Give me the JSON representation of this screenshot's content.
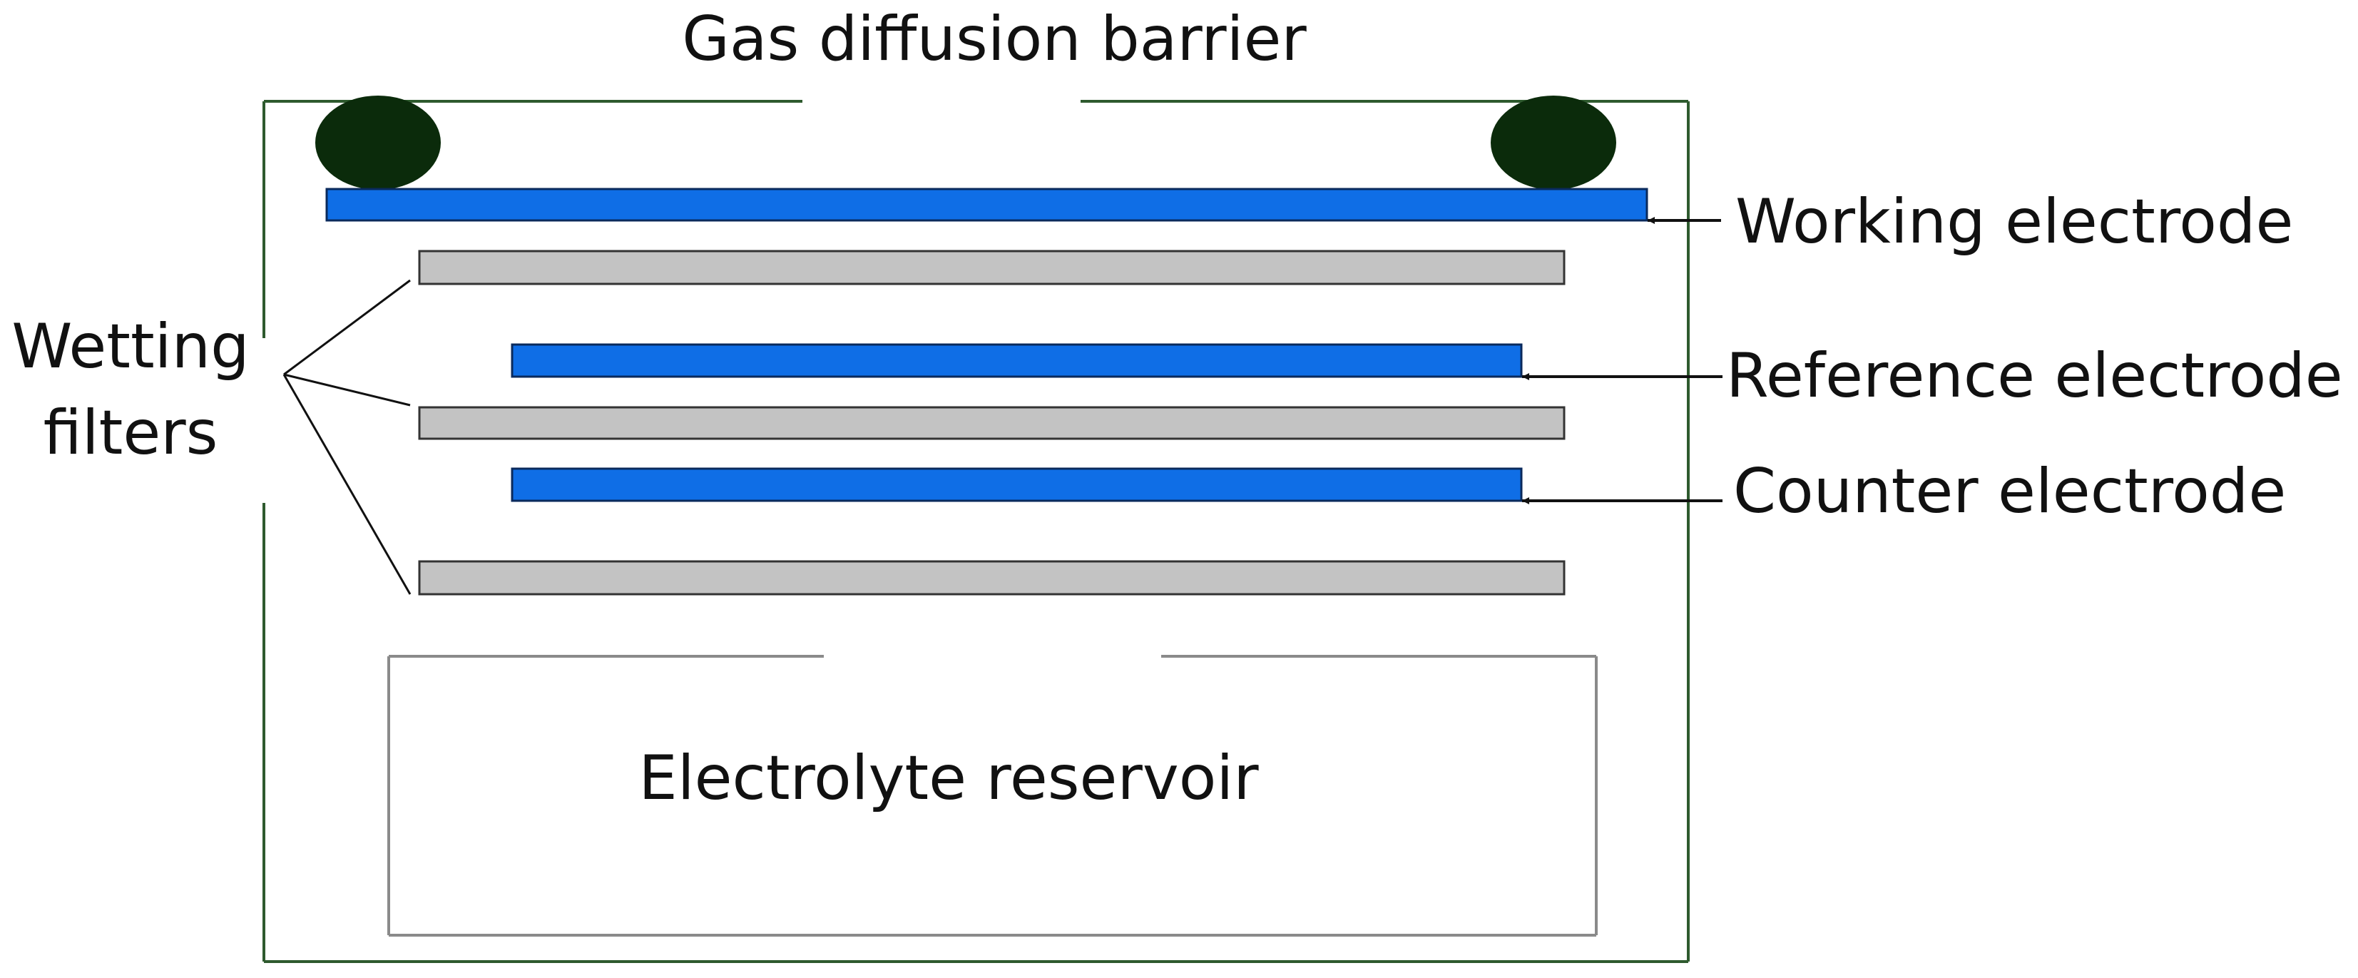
{
  "labels": {
    "gas_diffusion_barrier": "Gas diffusion barrier",
    "working_electrode": "Working electrode",
    "reference_electrode": "Reference electrode",
    "counter_electrode": "Counter electrode",
    "wetting_filters_line1": "Wetting",
    "wetting_filters_line2": "filters",
    "electrolyte_reservoir": "Electrolyte reservoir"
  },
  "colors": {
    "housing": "#2e5a2e",
    "electrode_fill": "#0f6ee6",
    "electrode_stroke": "#0a2a5c",
    "filter_fill": "#c3c3c3",
    "filter_stroke": "#333333",
    "oring": "#0b2b0b",
    "reservoir": "#8a8a8a",
    "leader": "#111111"
  }
}
